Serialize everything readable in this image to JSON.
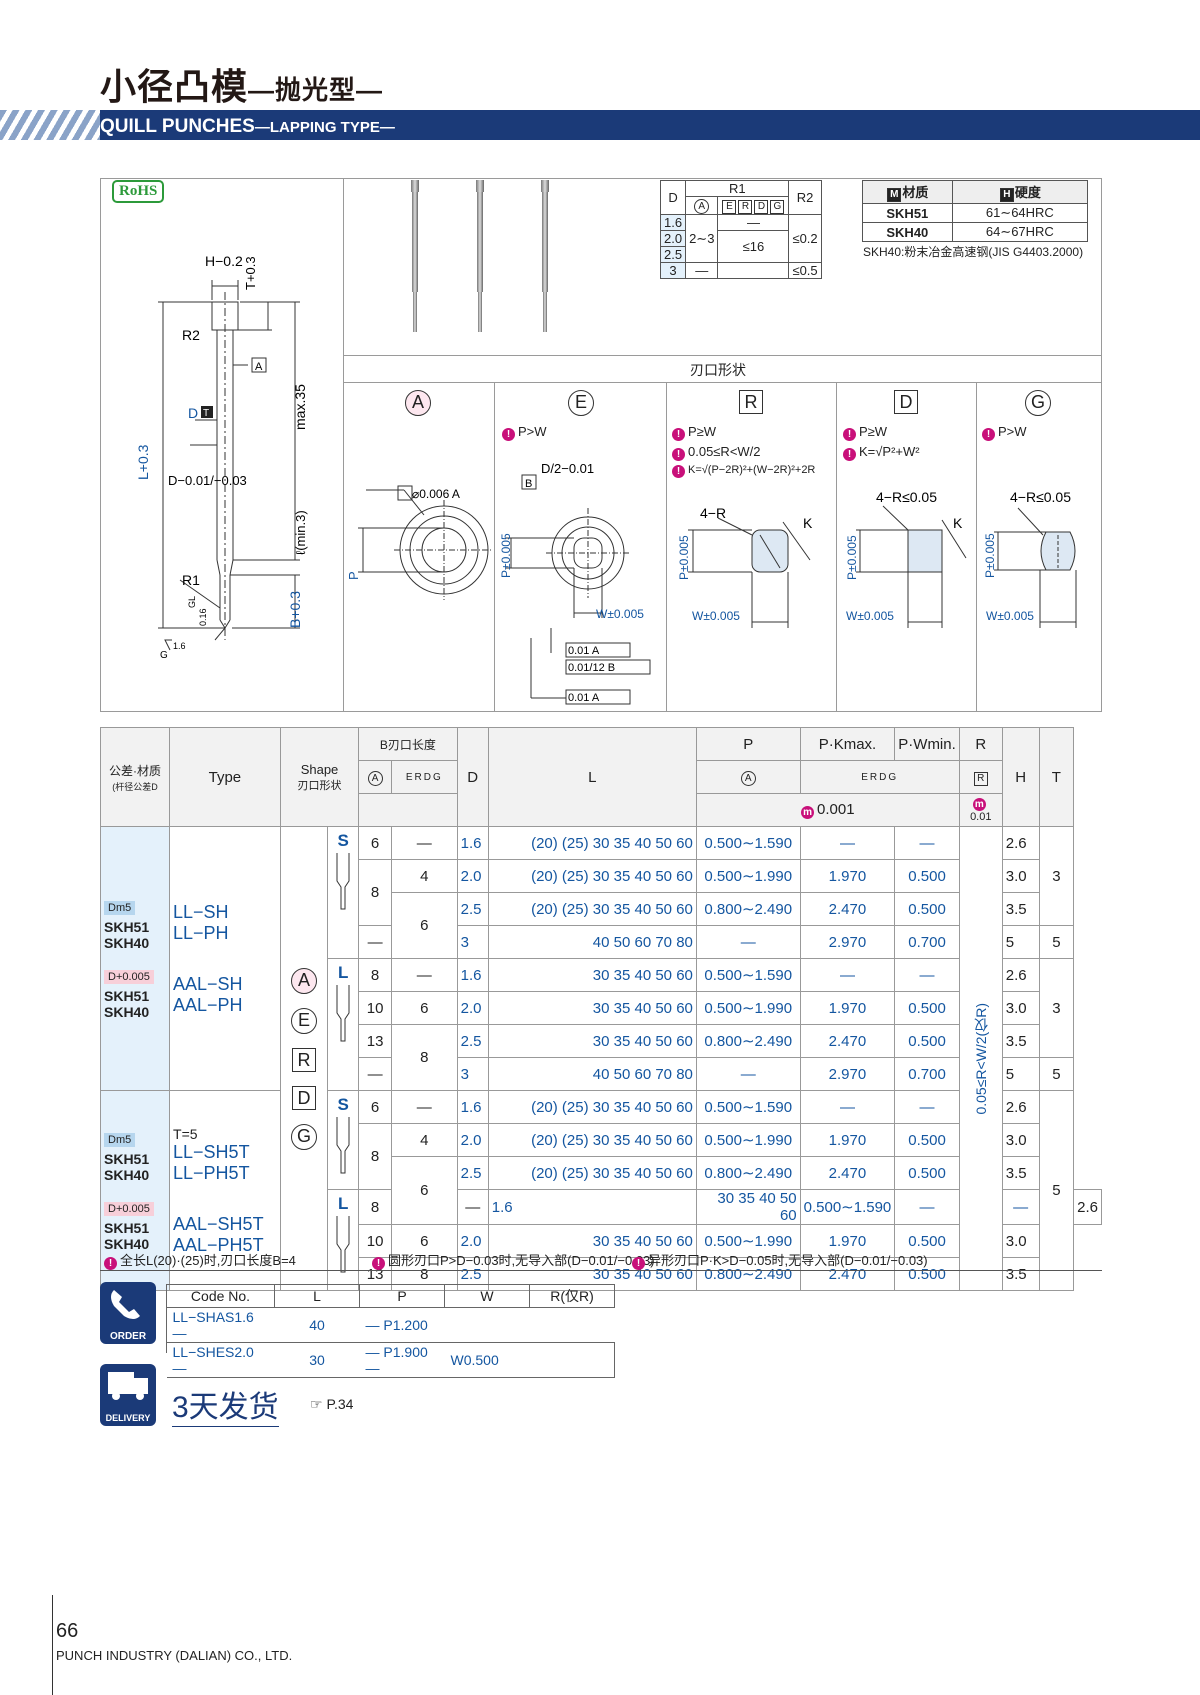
{
  "header": {
    "title_cn": "小径凸模",
    "title_cn_sub": "—抛光型—",
    "title_en": "QUILL PUNCHES",
    "title_en_sub": "—LAPPING TYPE—"
  },
  "rohs": "RoHS",
  "drawing": {
    "h_tol": "H−0.2",
    "t_tol": "T+0.3",
    "r2": "R2",
    "a_ref": "A",
    "d_t": "D",
    "t_mark": "T",
    "max35": "max.35",
    "l_tol": "L+0.3",
    "d_tol": "D−0.01/−0.03",
    "l_min": "ℓ(min.3)",
    "r1": "R1",
    "gl": "GL",
    "tol016": "0.16",
    "b_tol": "B+0.3",
    "g": "G",
    "ra": "1.6"
  },
  "r_table": {
    "col_d": "D",
    "col_r1": "R1",
    "col_r2": "R2",
    "sub_a": "A",
    "sub_erdg": [
      "E",
      "R",
      "D",
      "G"
    ],
    "rows": [
      [
        "1.6",
        "",
        "—",
        ""
      ],
      [
        "2.0",
        "2∼3",
        "",
        "≤0.2"
      ],
      [
        "2.5",
        "",
        "≤16",
        ""
      ],
      [
        "3",
        "—",
        "",
        "≤0.5"
      ]
    ]
  },
  "material": {
    "h_mat": "材质",
    "h_hard": "硬度",
    "m_mark": "M",
    "h_mark": "H",
    "rows": [
      [
        "SKH51",
        "61∼64HRC"
      ],
      [
        "SKH40",
        "64∼67HRC"
      ]
    ],
    "note": "SKH40:粉末冶金高速钢(JIS G4403.2000)"
  },
  "shapes": {
    "title": "刃口形状",
    "items": [
      {
        "mark": "A",
        "notes": [],
        "dim1": "⌀0.006 A",
        "p": "P",
        "w": ""
      },
      {
        "mark": "E",
        "notes": [
          "P>W"
        ],
        "dim1": "D/2−0.01",
        "p": "P±0.005",
        "w": "W±0.005",
        "b": "B",
        "tol": [
          "0.01 A",
          "0.01/12 B",
          "0.01 A"
        ]
      },
      {
        "mark": "R",
        "notes": [
          "P≥W",
          "0.05≤R<W/2",
          "K=√(P−2R)²+(W−2R)²+2R"
        ],
        "dim1": "4−R",
        "p": "P±0.005",
        "w": "W±0.005",
        "k": "K"
      },
      {
        "mark": "D",
        "notes": [
          "P≥W",
          "K=√P²+W²"
        ],
        "dim1": "4−R≤0.05",
        "p": "P±0.005",
        "w": "W±0.005",
        "k": "K"
      },
      {
        "mark": "G",
        "notes": [
          "P>W"
        ],
        "dim1": "4−R≤0.05",
        "p": "P±0.005",
        "w": "W±0.005"
      }
    ]
  },
  "spec": {
    "h_tol_mat": "公差·材质",
    "h_tol_sub": "(杆径公差D",
    "h_type": "Type",
    "h_shape": "Shape",
    "h_shape_sub": "刃口形状",
    "h_b": "B刃口长度",
    "h_b_a": "A",
    "h_b_erdg": "ERDG",
    "h_d": "D",
    "h_l": "L",
    "h_p": "P",
    "h_p_a": "A",
    "h_pk": "P·Kmax.",
    "h_pw": "P·Wmin.",
    "h_pk_sub": "ERDG",
    "h_r": "R",
    "h_r_sub": "R",
    "h_h": "H",
    "h_t": "T",
    "unit": "0.001",
    "unit_r": "0.01",
    "r_range": "0.05≤R<W/2(仅R)",
    "groups": [
      {
        "tol": "Dm5",
        "mat": [
          "SKH51",
          "SKH40"
        ],
        "types": [
          "LL−SH",
          "LL−PH"
        ]
      },
      {
        "tol": "D+0.005",
        "mat": [
          "SKH51",
          "SKH40"
        ],
        "types": [
          "AAL−SH",
          "AAL−PH"
        ]
      },
      {
        "tol": "Dm5",
        "t5": "T=5",
        "mat": [
          "SKH51",
          "SKH40"
        ],
        "types": [
          "LL−SH5T",
          "LL−PH5T"
        ]
      },
      {
        "tol": "D+0.005",
        "mat": [
          "SKH51",
          "SKH40"
        ],
        "types": [
          "AAL−SH5T",
          "AAL−PH5T"
        ]
      }
    ],
    "shape_marks": [
      "A",
      "E",
      "R",
      "D",
      "G"
    ],
    "rows": [
      {
        "ba": "6",
        "be": "—",
        "d": "1.6",
        "l": "(20) (25) 30 35 40 50 60",
        "p": "0.500∼1.590",
        "pk": "—",
        "pw": "—",
        "h": "2.6"
      },
      {
        "ba": "8",
        "be": "4",
        "d": "2.0",
        "l": "(20) (25) 30 35 40 50 60",
        "p": "0.500∼1.990",
        "pk": "1.970",
        "pw": "0.500",
        "h": "3.0"
      },
      {
        "ba": "",
        "be": "6",
        "d": "2.5",
        "l": "(20) (25) 30 35 40 50 60",
        "p": "0.800∼2.490",
        "pk": "2.470",
        "pw": "0.500",
        "h": "3.5"
      },
      {
        "ba": "—",
        "be": "",
        "d": "3",
        "l": "40 50 60 70 80",
        "p": "—",
        "pk": "2.970",
        "pw": "0.700",
        "h": "5"
      },
      {
        "ba": "8",
        "be": "—",
        "d": "1.6",
        "l": "30 35 40 50 60",
        "p": "0.500∼1.590",
        "pk": "—",
        "pw": "—",
        "h": "2.6"
      },
      {
        "ba": "10",
        "be": "6",
        "d": "2.0",
        "l": "30 35 40 50 60",
        "p": "0.500∼1.990",
        "pk": "1.970",
        "pw": "0.500",
        "h": "3.0"
      },
      {
        "ba": "13",
        "be": "8",
        "d": "2.5",
        "l": "30 35 40 50 60",
        "p": "0.800∼2.490",
        "pk": "2.470",
        "pw": "0.500",
        "h": "3.5"
      },
      {
        "ba": "—",
        "be": "",
        "d": "3",
        "l": "40 50 60 70 80",
        "p": "—",
        "pk": "2.970",
        "pw": "0.700",
        "h": "5"
      },
      {
        "ba": "6",
        "be": "—",
        "d": "1.6",
        "l": "(20) (25) 30 35 40 50 60",
        "p": "0.500∼1.590",
        "pk": "—",
        "pw": "—",
        "h": "2.6"
      },
      {
        "ba": "8",
        "be": "4",
        "d": "2.0",
        "l": "(20) (25) 30 35 40 50 60",
        "p": "0.500∼1.990",
        "pk": "1.970",
        "pw": "0.500",
        "h": "3.0"
      },
      {
        "ba": "",
        "be": "6",
        "d": "2.5",
        "l": "(20) (25) 30 35 40 50 60",
        "p": "0.800∼2.490",
        "pk": "2.470",
        "pw": "0.500",
        "h": "3.5"
      },
      {
        "ba": "8",
        "be": "—",
        "d": "1.6",
        "l": "30 35 40 50 60",
        "p": "0.500∼1.590",
        "pk": "—",
        "pw": "—",
        "h": "2.6"
      },
      {
        "ba": "10",
        "be": "6",
        "d": "2.0",
        "l": "30 35 40 50 60",
        "p": "0.500∼1.990",
        "pk": "1.970",
        "pw": "0.500",
        "h": "3.0"
      },
      {
        "ba": "13",
        "be": "8",
        "d": "2.5",
        "l": "30 35 40 50 60",
        "p": "0.800∼2.490",
        "pk": "2.470",
        "pw": "0.500",
        "h": "3.5"
      }
    ],
    "t_vals": [
      "3",
      "5",
      "3",
      "5",
      "5"
    ],
    "shape_s": "S",
    "shape_l": "L",
    "footnotes": [
      "全长L(20)·(25)时,刃口长度B=4",
      "圆形刃口P>D−0.03时,无导入部(D−0.01/−0.03)",
      "异形刃口P·K>D−0.05时,无导入部(D−0.01/−0.03)"
    ]
  },
  "order": {
    "label": "ORDER",
    "headers": [
      "Code No.",
      "L",
      "P",
      "W",
      "R(仅R)"
    ],
    "rows": [
      [
        "LL−SHAS1.6 —",
        "40",
        "— P1.200",
        "",
        ""
      ],
      [
        "LL−SHES2.0 —",
        "30",
        "— P1.900 —",
        "W0.500",
        ""
      ]
    ]
  },
  "delivery": {
    "label": "DELIVERY",
    "text": "3天发货",
    "ref": "☞ P.34"
  },
  "footer": {
    "page": "66",
    "company": "PUNCH INDUSTRY (DALIAN) CO., LTD."
  }
}
